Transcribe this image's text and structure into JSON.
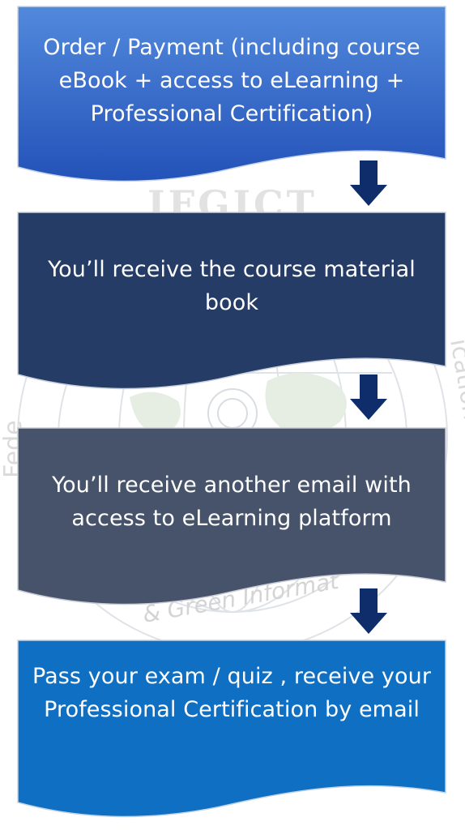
{
  "watermark": {
    "top_text": "IFGICT",
    "left_text": "Fede",
    "right_text": "ication",
    "bottom_text": "& Green Informat"
  },
  "colors": {
    "step_1_top": "#5289dc",
    "step_1_bottom": "#2352b8",
    "step_2": "#253c66",
    "step_3": "#46536a",
    "step_4": "#0f6fc2",
    "arrow": "#0f2d6b"
  },
  "steps": [
    {
      "text": "Order / Payment (including course eBook + access to eLearning + Professional Certification)"
    },
    {
      "text": "You’ll receive the course material book"
    },
    {
      "text": "You’ll receive another email with access to eLearning platform"
    },
    {
      "text": "Pass your exam / quiz , receive your Professional Certification by email"
    }
  ]
}
